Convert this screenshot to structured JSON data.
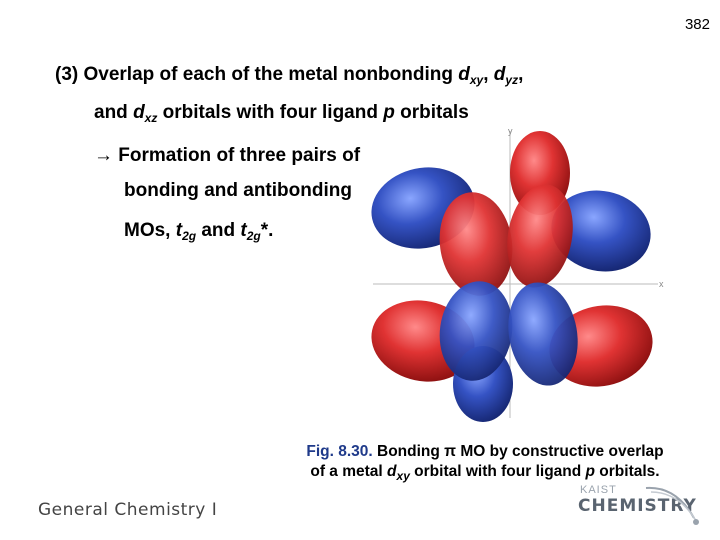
{
  "page_number": "382",
  "heading": {
    "lead": "(3)  Overlap of each of the metal nonbonding ",
    "d1": "d",
    "s1": "xy",
    "sep1": ", ",
    "d2": "d",
    "s2": "yz",
    "sep2": ",",
    "line2_a": "and ",
    "d3": "d",
    "s3": "xz",
    "line2_b": " orbitals with four ligand ",
    "p": "p",
    "line2_c": " orbitals"
  },
  "bullet": {
    "line1": "→ Formation of three pairs of",
    "line2": "bonding and antibonding",
    "line3_a": "MOs, ",
    "t1": "t",
    "t1_sub": "2g",
    "line3_b": " and ",
    "t2": "t",
    "t2_sub": "2g",
    "line3_c": "*."
  },
  "figure": {
    "axis_y": "y",
    "axis_x": "x",
    "colors": {
      "positive": "#d42a2a",
      "negative": "#2f4fb8"
    }
  },
  "caption": {
    "fig_label": "Fig. 8.30.",
    "line1_rest": " Bonding π MO by constructive overlap",
    "line2_a": "of a metal ",
    "d": "d",
    "d_sub": "xy",
    "line2_b": " orbital with four ligand ",
    "p": "p",
    "line2_c": " orbitals."
  },
  "footer": {
    "course": "General Chemistry I",
    "logo_top": "KAIST",
    "logo_main": "CHEMISTRY"
  }
}
